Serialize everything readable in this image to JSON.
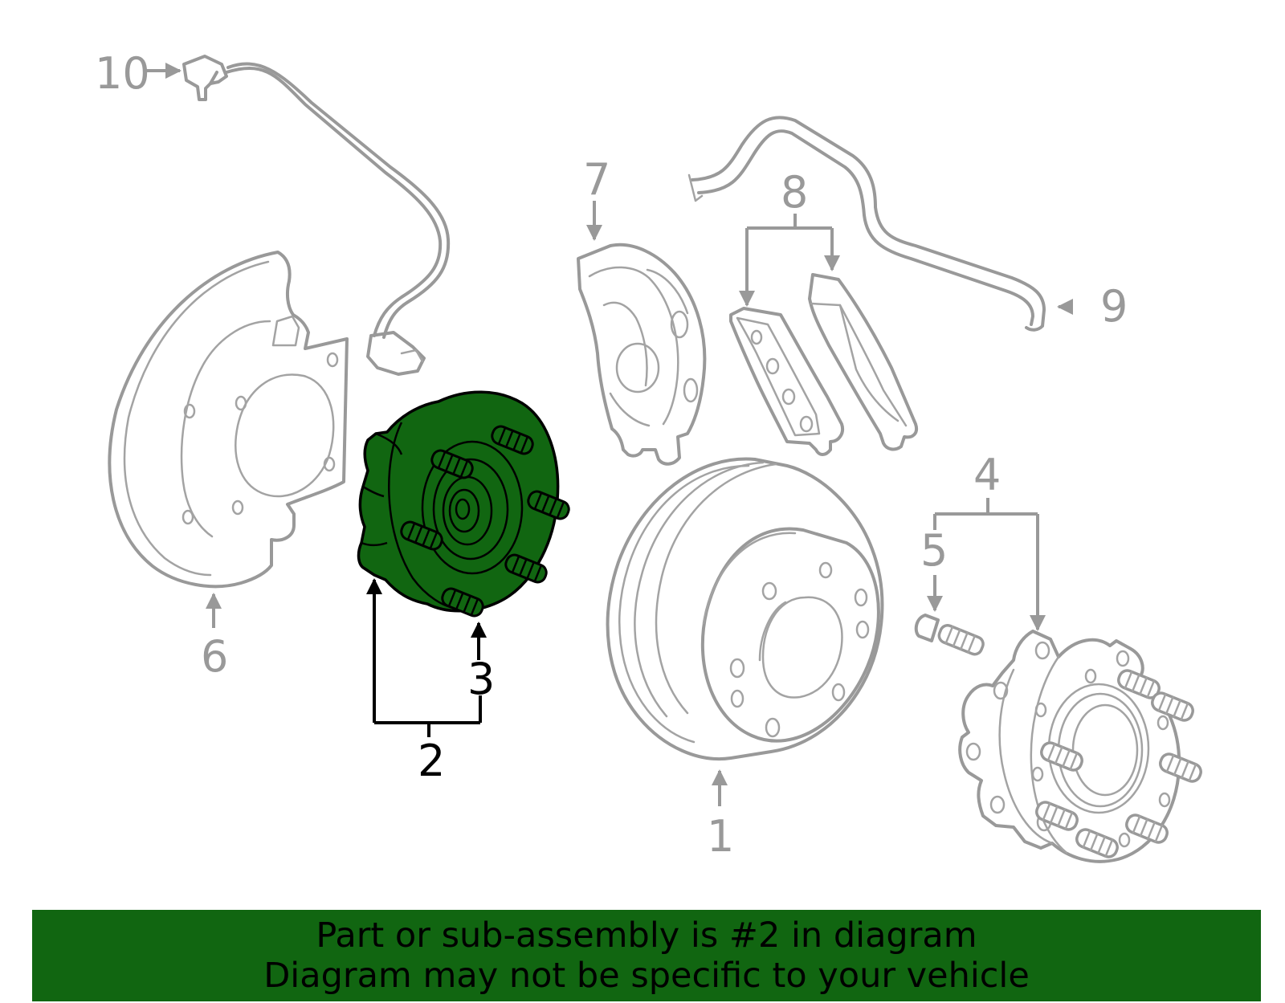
{
  "callouts": {
    "c1": "1",
    "c2": "2",
    "c3": "3",
    "c4": "4",
    "c5": "5",
    "c6": "6",
    "c7": "7",
    "c8": "8",
    "c9": "9",
    "c10": "10"
  },
  "highlighted_callouts": [
    "2",
    "3"
  ],
  "banner": {
    "line1": "Part or sub-assembly is #2 in diagram",
    "line2": "Diagram may not be specific to your vehicle"
  },
  "colors": {
    "highlight": "#116611",
    "outline_gray": "#999999",
    "ink": "#000000"
  }
}
